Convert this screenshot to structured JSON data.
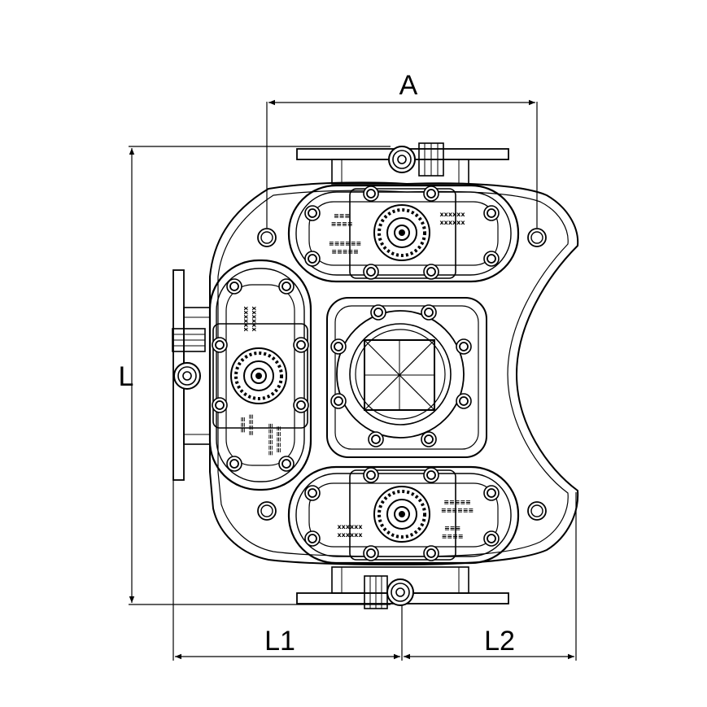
{
  "dimensions": {
    "width_label": "A",
    "height_label": "L",
    "left_label": "L1",
    "right_label": "L2"
  },
  "colors": {
    "line": "#000000",
    "background": "#ffffff"
  }
}
